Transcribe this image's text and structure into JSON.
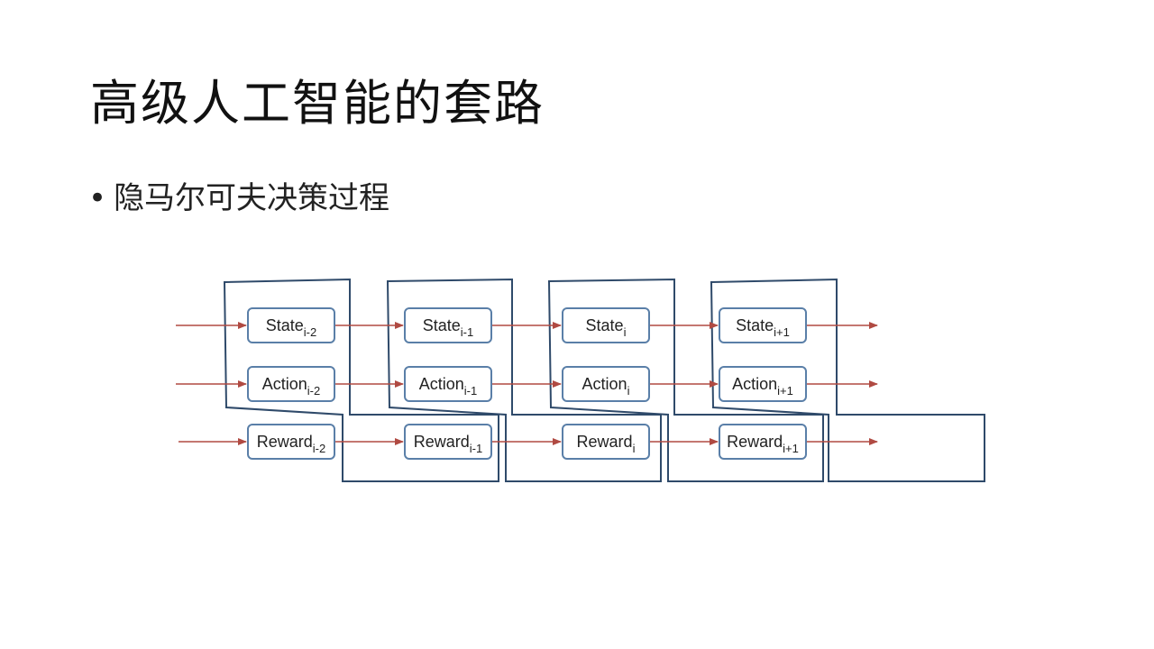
{
  "slide": {
    "title": "高级人工智能的套路",
    "bullet_symbol": "•",
    "bullet_text": "隐马尔可夫决策过程"
  },
  "diagram": {
    "colors": {
      "node_border": "#5a7fa8",
      "group_outline": "#2f4a6a",
      "arrow": "#b04a42"
    },
    "rows": [
      {
        "name": "state",
        "nodes": [
          {
            "label": "State",
            "sub": "i-2"
          },
          {
            "label": "State",
            "sub": "i-1"
          },
          {
            "label": "State",
            "sub": "i"
          },
          {
            "label": "State",
            "sub": "i+1"
          }
        ]
      },
      {
        "name": "action",
        "nodes": [
          {
            "label": "Action",
            "sub": "i-2"
          },
          {
            "label": "Action",
            "sub": "i-1"
          },
          {
            "label": "Action",
            "sub": "i"
          },
          {
            "label": "Action",
            "sub": "i+1"
          }
        ]
      },
      {
        "name": "reward",
        "nodes": [
          {
            "label": "Reward",
            "sub": "i-2"
          },
          {
            "label": "Reward",
            "sub": "i-1"
          },
          {
            "label": "Reward",
            "sub": "i"
          },
          {
            "label": "Reward",
            "sub": "i+1"
          }
        ]
      }
    ]
  }
}
